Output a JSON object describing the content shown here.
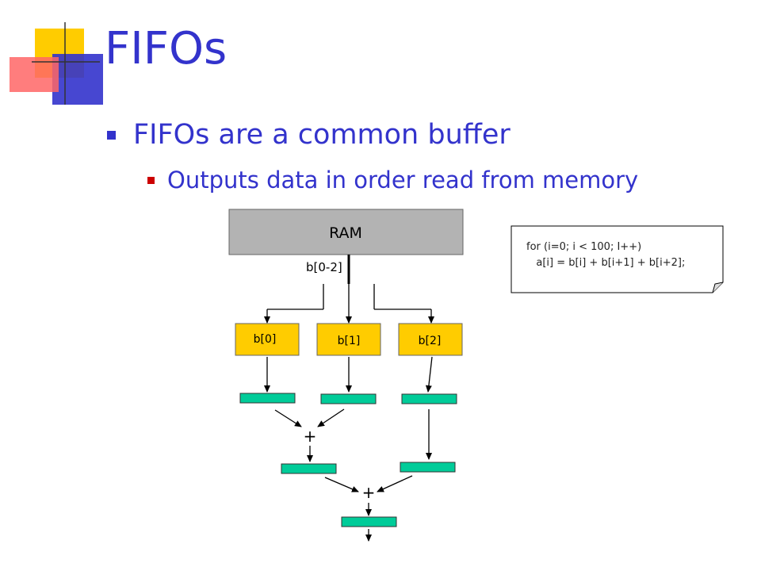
{
  "slide": {
    "title": "FIFOs",
    "bullets": [
      {
        "text": "FIFOs are a common buffer",
        "level": 1
      },
      {
        "text": "Outputs data in order read from memory",
        "level": 2
      }
    ]
  },
  "diagram": {
    "memory_label": "RAM",
    "bus_label": "b[0-2]",
    "registers": [
      "b[0]",
      "b[1]",
      "b[2]"
    ],
    "adders": [
      "+",
      "+"
    ],
    "code_lines": [
      "for (i=0; i < 100; I++)",
      "   a[i] = b[i] + b[i+1] + b[i+2];"
    ]
  },
  "colors": {
    "title": "#3333cc",
    "bullet_level1": "#3333cc",
    "bullet_level2": "#cc0000",
    "ram_fill": "#b3b3b3",
    "register_fill": "#ffcc00",
    "fifo_fill": "#00cc99",
    "decor_yellow": "#ffcc00",
    "decor_blue": "#3333cc",
    "decor_red": "#ff6666"
  }
}
